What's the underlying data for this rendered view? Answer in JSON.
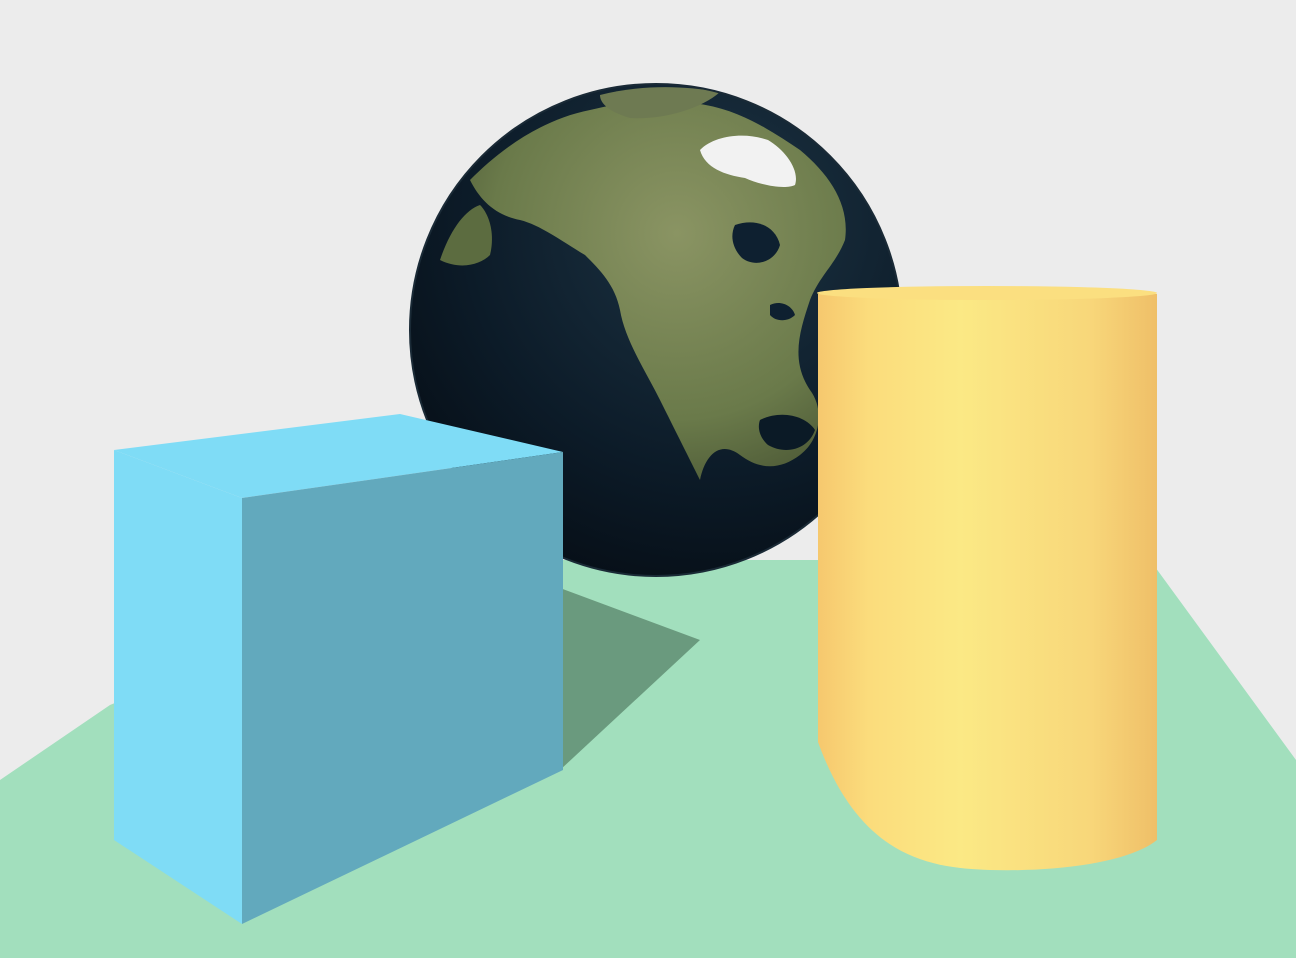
{
  "scene": {
    "background_color": "#ececec",
    "objects": [
      {
        "name": "ground-plane",
        "shape": "plane",
        "color": "#a2dfbd"
      },
      {
        "name": "globe",
        "shape": "sphere",
        "texture": "earth",
        "ocean_color": "#0b1a26",
        "land_color": "#6d7f4c",
        "ice_color": "#f2f2f2"
      },
      {
        "name": "cube",
        "shape": "box",
        "top_color": "#7fdcf6",
        "front_color": "#62a9bd",
        "side_color": "#7fdcf6"
      },
      {
        "name": "cylinder",
        "shape": "cylinder",
        "color": "#fae47f"
      }
    ],
    "shadow_color": "#6a9a7e"
  }
}
